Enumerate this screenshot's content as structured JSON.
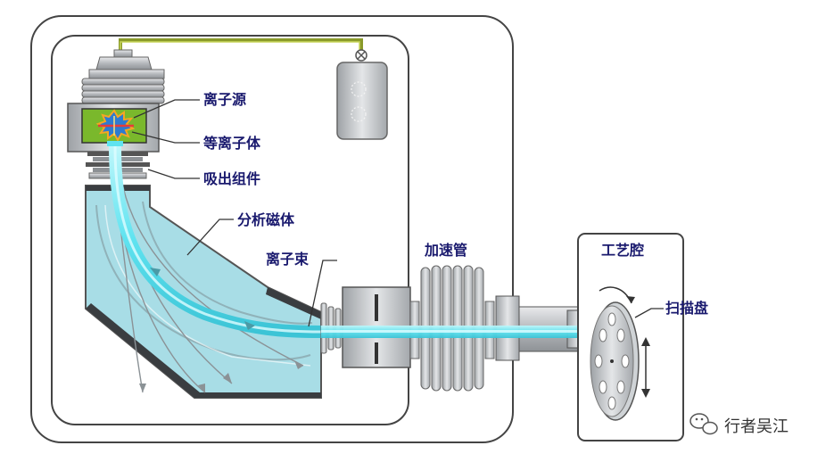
{
  "labels": {
    "ion_source": "离子源",
    "plasma": "等离子体",
    "extraction": "吸出组件",
    "analyzer_magnet": "分析磁体",
    "ion_beam": "离子束",
    "accel_tube": "加速管",
    "process_chamber": "工艺腔",
    "scan_disk": "扫描盘"
  },
  "watermark": "行者吴江",
  "colors": {
    "label_text": "#1a1a6e",
    "beam": "#5fe3f0",
    "magnet_fill": "#a8dde6",
    "metal": "#b9bcc0",
    "cabinet_stroke": "#444444",
    "gas_line": "#8a9a2a",
    "plasma_green": "#7ab82c",
    "plasma_orange": "#f5a623"
  },
  "icons": {
    "watermark": "wechat-logo-icon",
    "valve": "valve-icon",
    "rotation": "rotation-arrow-icon",
    "vertical_motion": "double-arrow-icon"
  }
}
